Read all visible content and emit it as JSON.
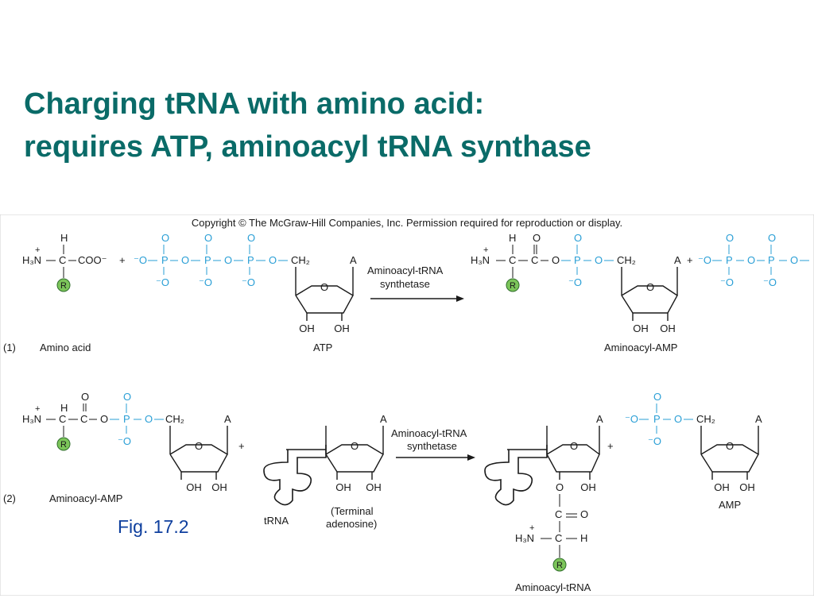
{
  "title": {
    "line1": "Charging tRNA with amino acid:",
    "line2": "requires ATP, aminoacyl tRNA synthase"
  },
  "figure": {
    "copyright": "Copyright © The McGraw-Hill Companies, Inc. Permission required for reproduction or display.",
    "caption": "Fig. 17.2",
    "colors": {
      "phosphate": "#2a9fd6",
      "r_group": "#7cc55a",
      "ink": "#1a1a1a",
      "title": "#0a6b68"
    },
    "reaction1": {
      "step": "(1)",
      "amino_acid_label": "Amino acid",
      "atp_label": "ATP",
      "product_label": "Aminoacyl-AMP",
      "enzyme_line1": "Aminoacyl-tRNA",
      "enzyme_line2": "synthetase"
    },
    "reaction2": {
      "step": "(2)",
      "aminoacyl_amp_label": "Aminoacyl-AMP",
      "trna_label": "tRNA",
      "terminal_line1": "(Terminal",
      "terminal_line2": "adenosine)",
      "product_label": "Aminoacyl-tRNA",
      "amp_label": "AMP",
      "enzyme_line1": "Aminoacyl-tRNA",
      "enzyme_line2": "synthetase"
    },
    "chem": {
      "H": "H",
      "O": "O",
      "C": "C",
      "P": "P",
      "R": "R",
      "A": "A",
      "H3N": "H₃N",
      "plus": "+",
      "minus": "−",
      "dash": "−",
      "coo": "COO⁻",
      "ch2": "CH₂",
      "oh": "OH",
      "o_minus": "⁻O",
      "dbl": "=",
      "dbl_v": "‖"
    }
  }
}
